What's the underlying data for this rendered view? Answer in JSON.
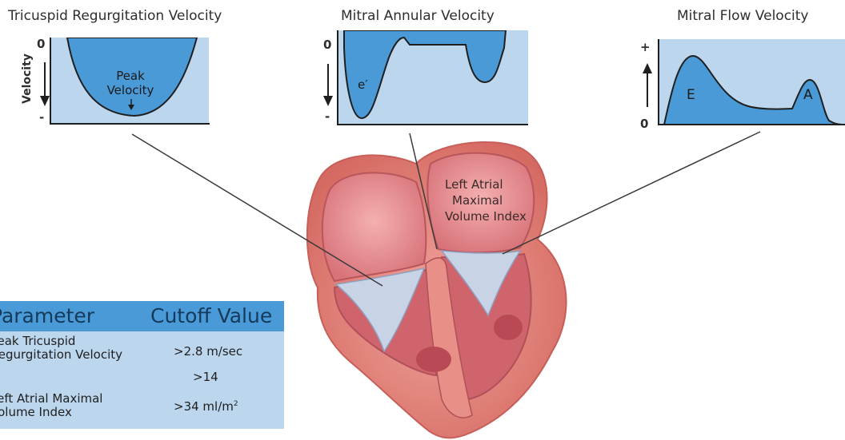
{
  "panels": {
    "tr": {
      "title": "Tricuspid Regurgitation Velocity",
      "y_axis_label": "Velocity",
      "tick_top": "0",
      "tick_bottom": "-",
      "peak_label_1": "Peak",
      "peak_label_2": "Velocity"
    },
    "mitral_annular": {
      "title": "Mitral Annular Velocity",
      "tick_top": "0",
      "tick_bottom": "-",
      "wave_label": "e′"
    },
    "mitral_flow": {
      "title": "Mitral Flow Velocity",
      "tick_top": "+",
      "tick_bottom": "0",
      "wave_e": "E",
      "wave_a": "A"
    }
  },
  "heart": {
    "label_line1": "Left Atrial",
    "label_line2": "Maximal",
    "label_line3": "Volume Index"
  },
  "table": {
    "header_parameter": "Parameter",
    "header_cutoff": "Cutoff Value",
    "rows": [
      {
        "param_line1": "Peak Tricuspid",
        "param_line2": "Regurgitation Velocity",
        "value": ">2.8 m/sec"
      },
      {
        "param_line1": "",
        "param_line2": "",
        "value": ">14"
      },
      {
        "param_line1": "Left Atrial Maximal",
        "param_line2": "Volume Index",
        "value": ">34 ml/m",
        "value_sup": "2"
      }
    ]
  },
  "colors": {
    "plot_background": "#bcd6ee",
    "waveform_fill": "#4a9ad7",
    "table_header": "#4a9ad7",
    "myocardium": "#e07a72"
  }
}
